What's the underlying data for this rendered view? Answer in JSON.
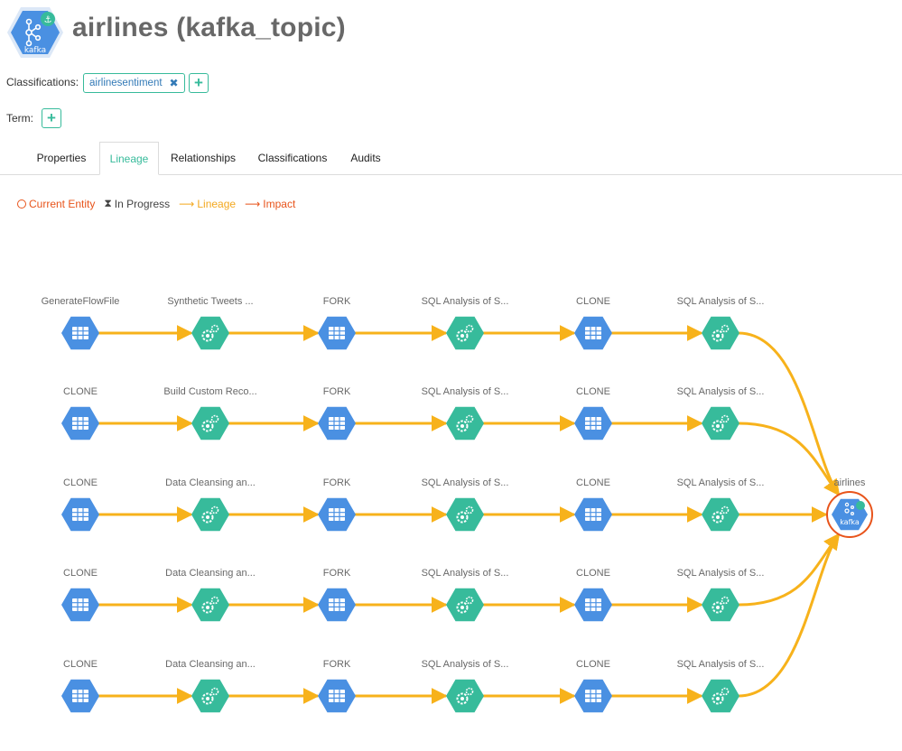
{
  "header": {
    "title": "airlines (kafka_topic)",
    "icon_text": "kafka"
  },
  "classifications": {
    "label": "Classifications:",
    "tags": [
      "airlinesentiment"
    ]
  },
  "term": {
    "label": "Term:"
  },
  "tabs": [
    {
      "label": "Properties",
      "active": false
    },
    {
      "label": "Lineage",
      "active": true
    },
    {
      "label": "Relationships",
      "active": false
    },
    {
      "label": "Classifications",
      "active": false
    },
    {
      "label": "Audits",
      "active": false
    }
  ],
  "legend": {
    "current": "Current Entity",
    "progress": "In Progress",
    "lineage": "Lineage",
    "impact": "Impact"
  },
  "colors": {
    "accent": "#37bb9b",
    "dataset": "#4a90e2",
    "process": "#37bb9b",
    "lineage_edge": "#f7b21b",
    "current_ring": "#e8541b"
  },
  "lineage": {
    "rows": [
      [
        "GenerateFlowFile",
        "Synthetic Tweets ...",
        "FORK",
        "SQL Analysis of S...",
        "CLONE",
        "SQL Analysis of S..."
      ],
      [
        "CLONE",
        "Build Custom Reco...",
        "FORK",
        "SQL Analysis of S...",
        "CLONE",
        "SQL Analysis of S..."
      ],
      [
        "CLONE",
        "Data Cleansing an...",
        "FORK",
        "SQL Analysis of S...",
        "CLONE",
        "SQL Analysis of S..."
      ],
      [
        "CLONE",
        "Data Cleansing an...",
        "FORK",
        "SQL Analysis of S...",
        "CLONE",
        "SQL Analysis of S..."
      ],
      [
        "CLONE",
        "Data Cleansing an...",
        "FORK",
        "SQL Analysis of S...",
        "CLONE",
        "SQL Analysis of S..."
      ]
    ],
    "node_types": [
      "dataset",
      "process",
      "dataset",
      "process",
      "dataset",
      "process"
    ],
    "target": {
      "label": "airlines",
      "icon_text": "kafka"
    }
  }
}
